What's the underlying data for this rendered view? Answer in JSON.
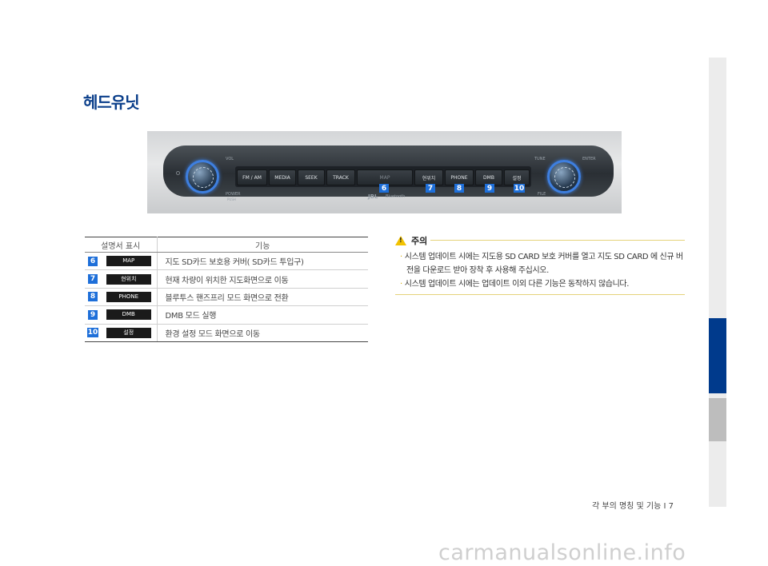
{
  "page_title": "헤드유닛",
  "head_unit": {
    "labels": {
      "vol": "VOL",
      "power": "POWER",
      "push": "PUSH",
      "tune": "TUNE",
      "enter": "ENTER",
      "file": "FILE",
      "jbl": "JBL",
      "bluetooth": "Bluetooth"
    },
    "buttons": [
      "FM / AM",
      "MEDIA",
      "SEEK",
      "TRACK",
      "MAP",
      "현위치",
      "PHONE",
      "DMB",
      "설정"
    ],
    "callouts": [
      "6",
      "7",
      "8",
      "9",
      "10"
    ],
    "knob_color": "#3e7fe0"
  },
  "table": {
    "headers": [
      "설명서 표시",
      "기능"
    ],
    "rows": [
      {
        "num": "6",
        "icon": "MAP",
        "desc": "지도 SD카드 보호용 커버( SD카드 투입구)"
      },
      {
        "num": "7",
        "icon": "현위치",
        "desc": "현재 차량이 위치한 지도화면으로 이동"
      },
      {
        "num": "8",
        "icon": "PHONE",
        "desc": "블루투스 핸즈프리 모드 화면으로 전환"
      },
      {
        "num": "9",
        "icon": "DMB",
        "desc": "DMB 모드 실행"
      },
      {
        "num": "10",
        "icon": "설정",
        "desc": "환경 설정 모드 화면으로 이동"
      }
    ]
  },
  "caution": {
    "title": "주의",
    "items": [
      "시스템 업데이트 시에는 지도용 SD CARD 보호 커버를 열고 지도 SD CARD 에 신규 버전을 다운로드 받아 장착 후 사용해 주십시오.",
      "시스템 업데이트 시에는 업데이트 이외 다른 기능은 동작하지 않습니다."
    ]
  },
  "footer": "각 부의 명칭 및 기능 I 7",
  "watermark": "carmanualsonline.info",
  "colors": {
    "accent": "#0a3e8a",
    "callout": "#1e6fd9",
    "caution": "#f2c200"
  }
}
